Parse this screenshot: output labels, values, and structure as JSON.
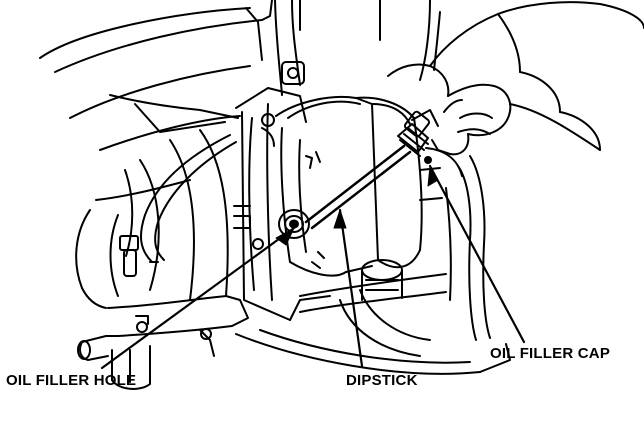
{
  "labels": {
    "oil_filler_cap": "OIL FILLER CAP",
    "oil_filler_hole": "OIL FILLER HOLE",
    "dipstick": "DIPSTICK"
  },
  "colors": {
    "line": "#000000",
    "background": "#ffffff"
  }
}
